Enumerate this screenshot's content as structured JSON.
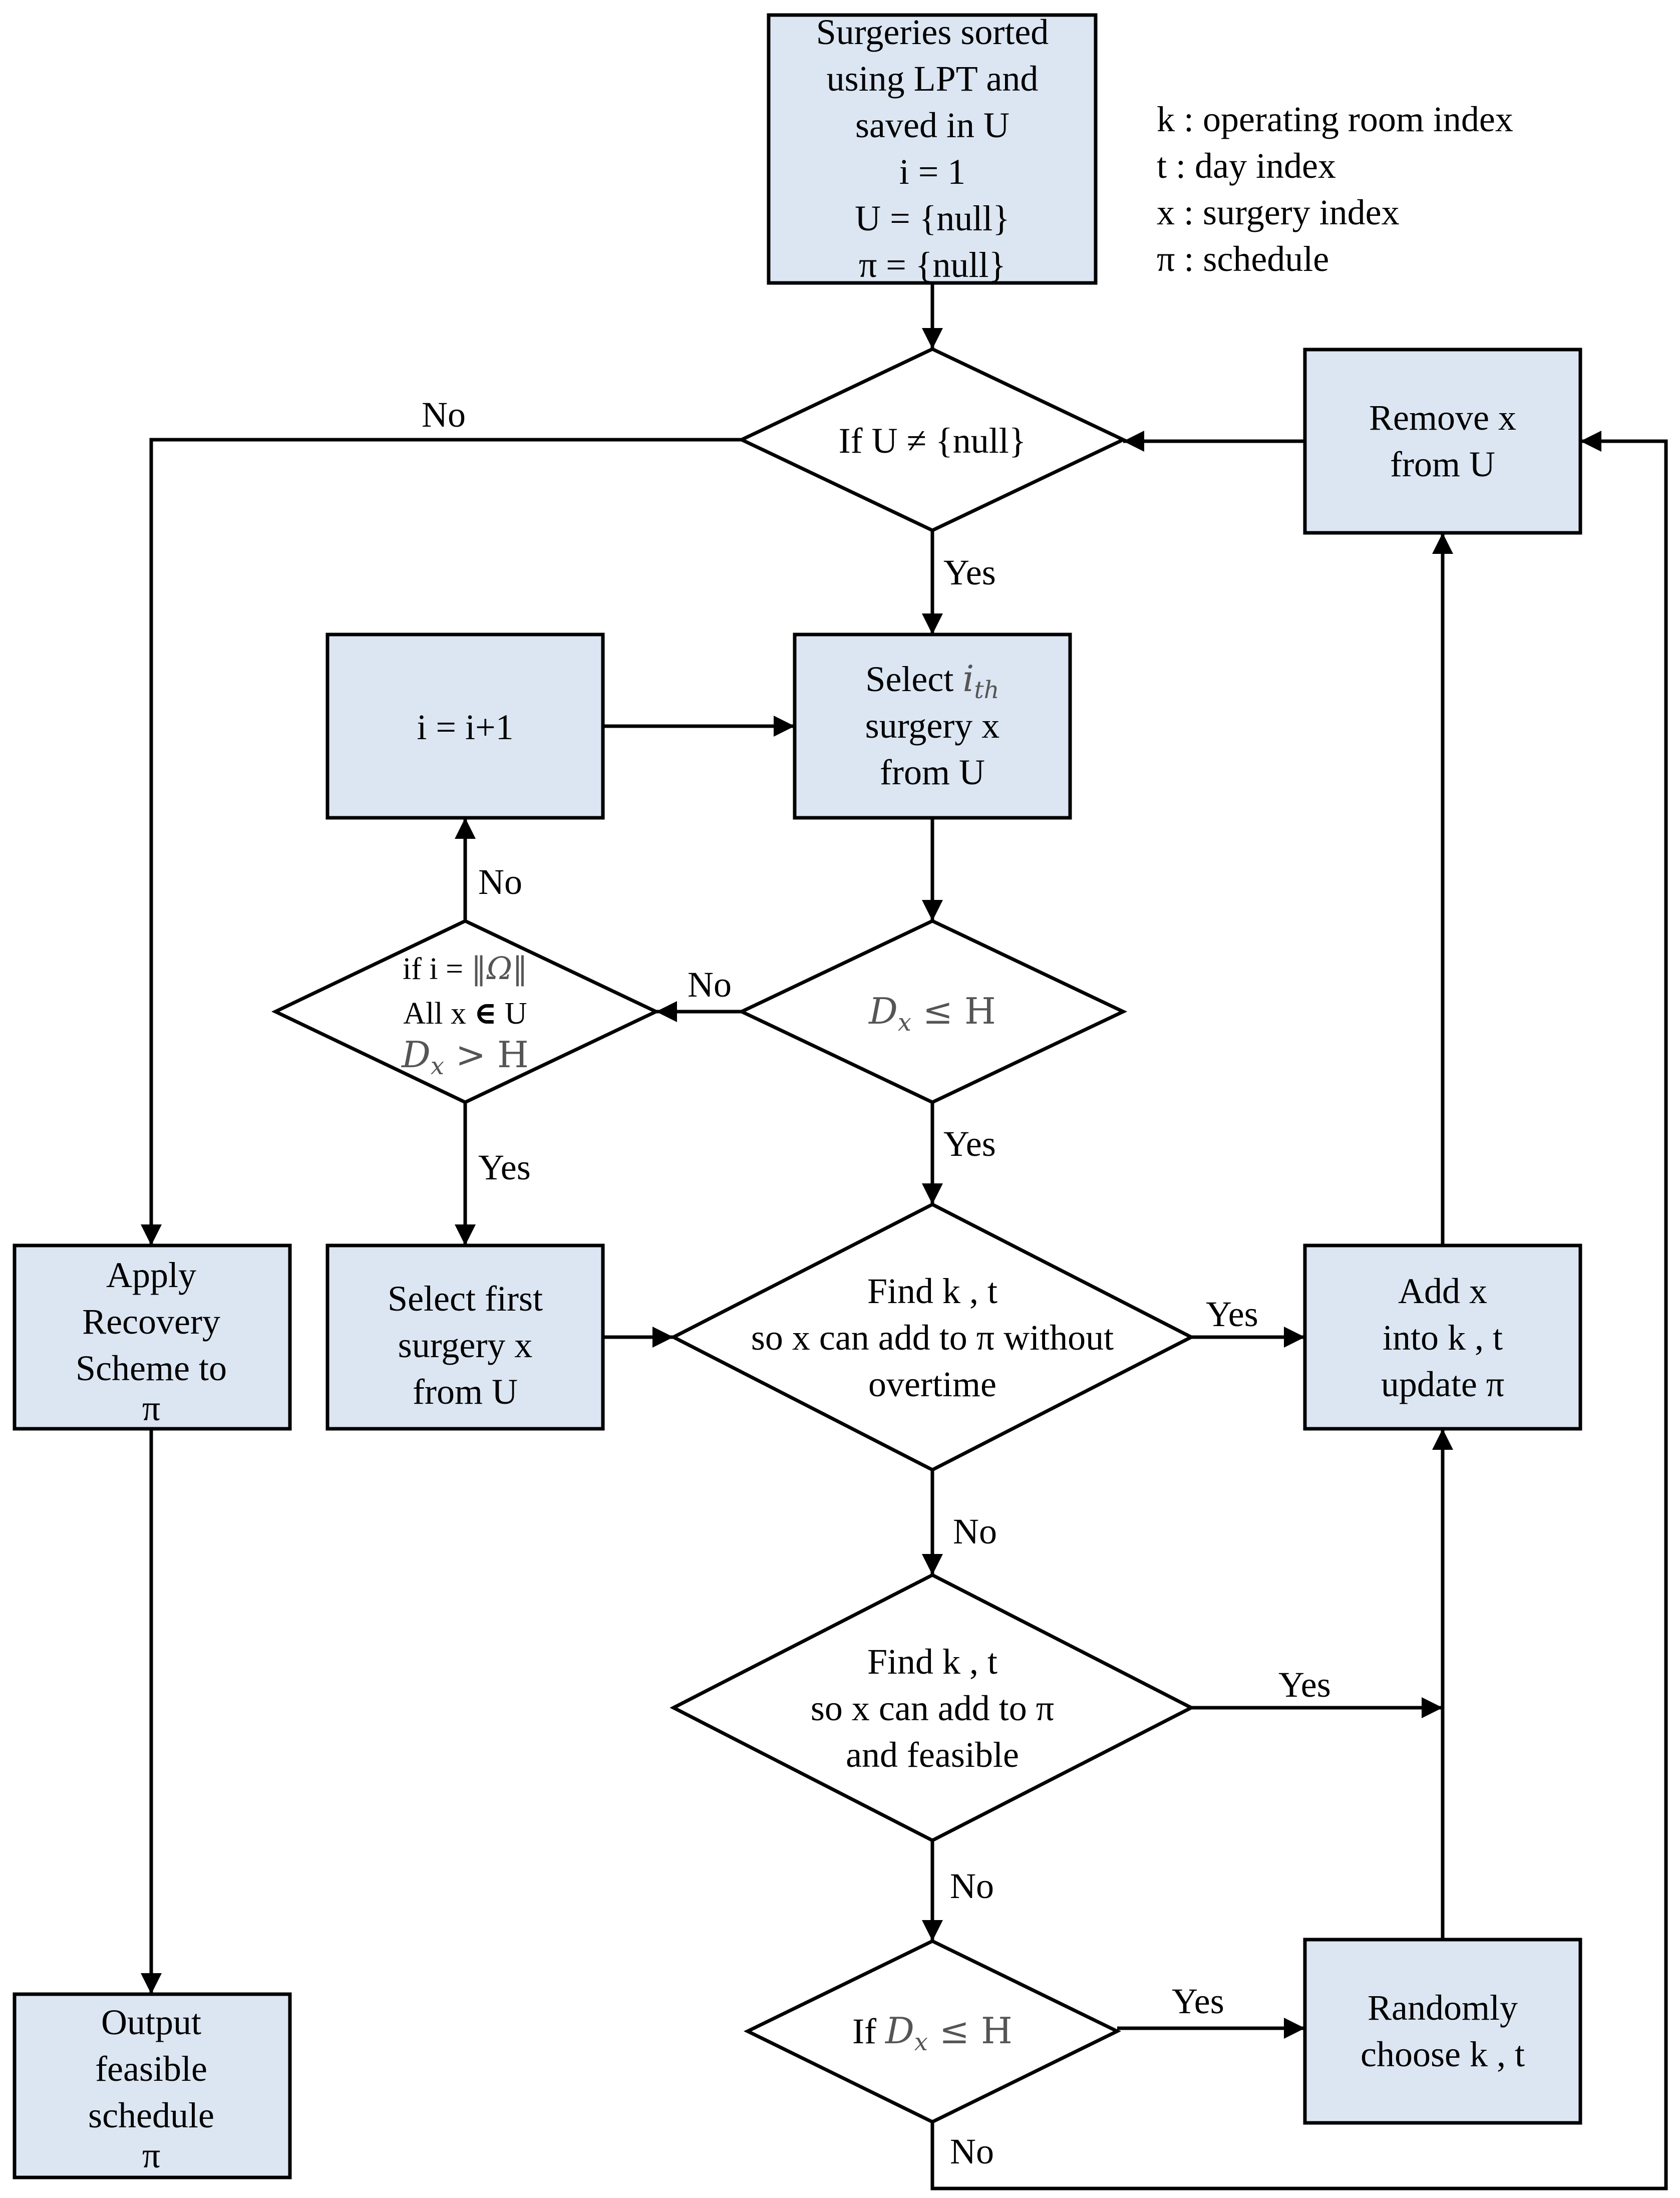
{
  "legend": {
    "k": "k : operating room index",
    "t": "t  : day index",
    "x": "x : surgery index",
    "pi": "π : schedule"
  },
  "nodes": {
    "init": [
      "Surgeries sorted",
      "using LPT and",
      "saved in U",
      "i = 1",
      "U = {null}",
      "π = {null}"
    ],
    "check_u": "If U ≠ {null}",
    "remove": [
      "Remove x",
      "from U"
    ],
    "select_ith": {
      "pre": "Select ",
      "sub": "i",
      "subscript": "th",
      "lines": [
        "surgery x",
        "from U"
      ]
    },
    "inc": "i = i+1",
    "check_i": {
      "line1_pre": "if  i = ",
      "line1_bar": "‖Ω‖",
      "line2_pre": "All x ",
      "line2_sym": "∈",
      "line2_post": " U",
      "line3_d": "D",
      "line3_sub": "x",
      "line3_rel": " > H"
    },
    "check_d": {
      "d": "D",
      "sub": "x",
      "rel": " ≤ H"
    },
    "recovery": [
      "Apply",
      "Recovery",
      "Scheme to",
      "π"
    ],
    "select_first": [
      "Select first",
      "surgery x",
      "from U"
    ],
    "find1": [
      "Find k , t",
      "so x can add to π without",
      "overtime"
    ],
    "add": [
      "Add x",
      "into k , t",
      "update π"
    ],
    "find2": [
      "Find k , t",
      "so x can add to π",
      "and feasible"
    ],
    "check_d2": {
      "pre": "If ",
      "d": "D",
      "sub": "x",
      "rel": " ≤ H"
    },
    "random": [
      "Randomly",
      "choose k , t"
    ],
    "output": [
      "Output",
      "feasible",
      "schedule",
      "π"
    ]
  },
  "edge_labels": {
    "u_no": "No",
    "u_yes": "Yes",
    "i_no": "No",
    "d_no": "No",
    "i_yes": "Yes",
    "d_yes": "Yes",
    "f1_yes": "Yes",
    "f1_no": "No",
    "f2_yes": "Yes",
    "f2_no": "No",
    "d2_yes": "Yes",
    "d2_no": "No"
  }
}
